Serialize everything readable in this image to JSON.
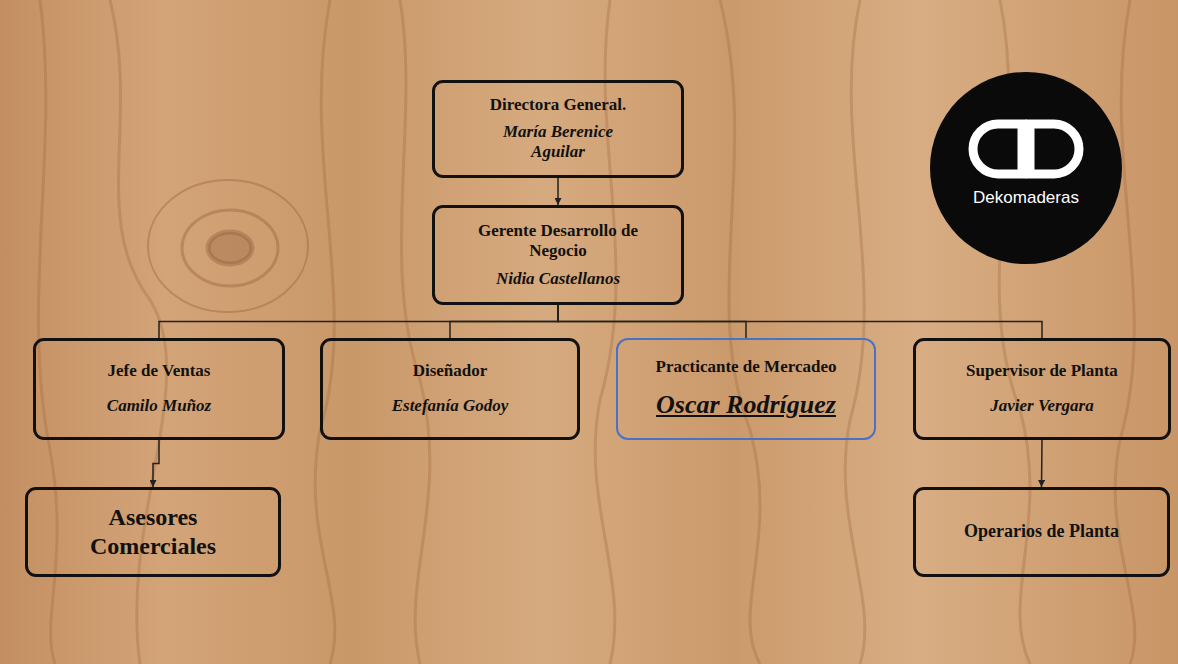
{
  "diagram": {
    "nodes": [
      {
        "text": [
          "Directora General.",
          "María Berenice Aguilar"
        ]
      },
      {
        "text": [
          "Gerente Desarrollo de Negocio",
          "Nidia Castellanos"
        ]
      },
      {
        "text": [
          "Jefe de Ventas",
          "Camilo Muñoz"
        ]
      },
      {
        "text": [
          "Diseñador",
          "Estefanía Godoy"
        ]
      },
      {
        "text": [
          "Practicante de Mercadeo",
          "Oscar Rodríguez"
        ]
      },
      {
        "text": [
          "Supervisor de Planta",
          "Javier Vergara"
        ]
      },
      {
        "text": [
          "Asesores Comerciales"
        ]
      },
      {
        "text": [
          "Operarios de Planta"
        ]
      },
      {
        "text": [
          "Dekomaderas"
        ]
      }
    ],
    "edges": [
      {
        "from": 0,
        "to": 1,
        "arrow": "to"
      },
      {
        "from": 1,
        "to": 2,
        "arrow": "none"
      },
      {
        "from": 1,
        "to": 3,
        "arrow": "none"
      },
      {
        "from": 1,
        "to": 4,
        "arrow": "none"
      },
      {
        "from": 1,
        "to": 5,
        "arrow": "none"
      },
      {
        "from": 2,
        "to": 6,
        "arrow": "to"
      },
      {
        "from": 5,
        "to": 7,
        "arrow": "to"
      }
    ]
  }
}
